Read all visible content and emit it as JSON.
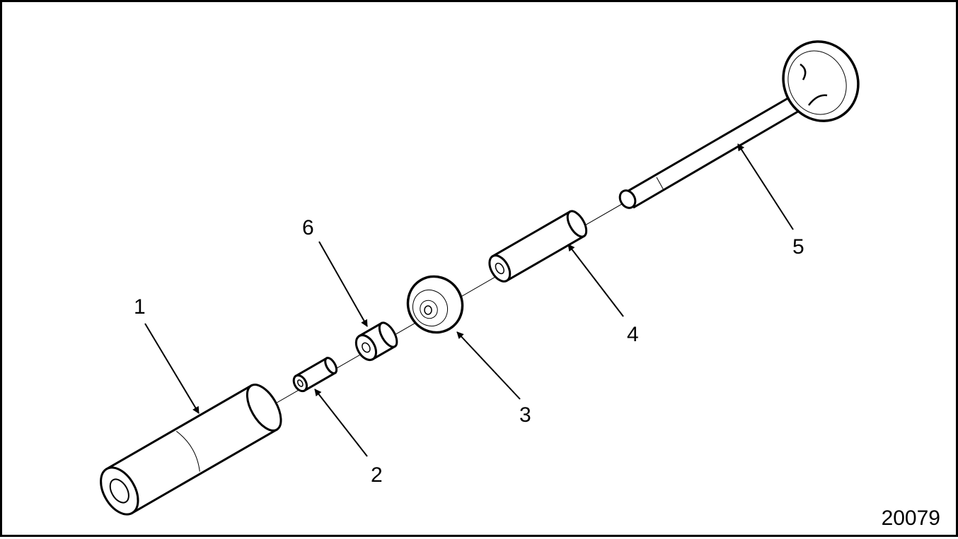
{
  "figure_number": "20079",
  "callouts": [
    "1",
    "2",
    "3",
    "4",
    "5",
    "6"
  ],
  "colors": {
    "line": "#000000",
    "background": "#ffffff"
  }
}
